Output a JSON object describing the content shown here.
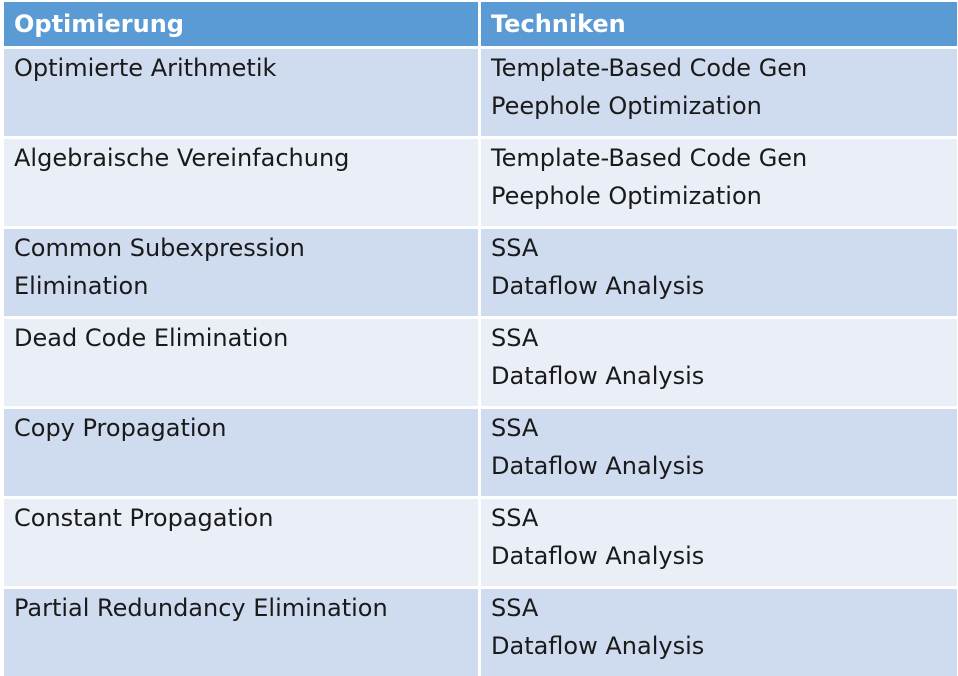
{
  "table": {
    "headers": [
      "Optimierung",
      "Techniken"
    ],
    "rows": [
      {
        "optimization": [
          "Optimierte Arithmetik"
        ],
        "techniques": [
          "Template-Based Code Gen",
          "Peephole Optimization"
        ]
      },
      {
        "optimization": [
          "Algebraische Vereinfachung"
        ],
        "techniques": [
          "Template-Based Code Gen",
          "Peephole Optimization"
        ]
      },
      {
        "optimization": [
          "Common Subexpression",
          "Elimination"
        ],
        "techniques": [
          "SSA",
          "Dataflow Analysis"
        ]
      },
      {
        "optimization": [
          "Dead Code Elimination"
        ],
        "techniques": [
          "SSA",
          "Dataflow Analysis"
        ]
      },
      {
        "optimization": [
          "Copy Propagation"
        ],
        "techniques": [
          "SSA",
          "Dataflow Analysis"
        ]
      },
      {
        "optimization": [
          "Constant Propagation"
        ],
        "techniques": [
          "SSA",
          "Dataflow Analysis"
        ]
      },
      {
        "optimization": [
          "Partial Redundancy Elimination"
        ],
        "techniques": [
          "SSA",
          "Dataflow Analysis"
        ]
      }
    ]
  },
  "colors": {
    "header_bg": "#5b9bd5",
    "row_odd_bg": "#cfdbef",
    "row_even_bg": "#e9eef7"
  }
}
